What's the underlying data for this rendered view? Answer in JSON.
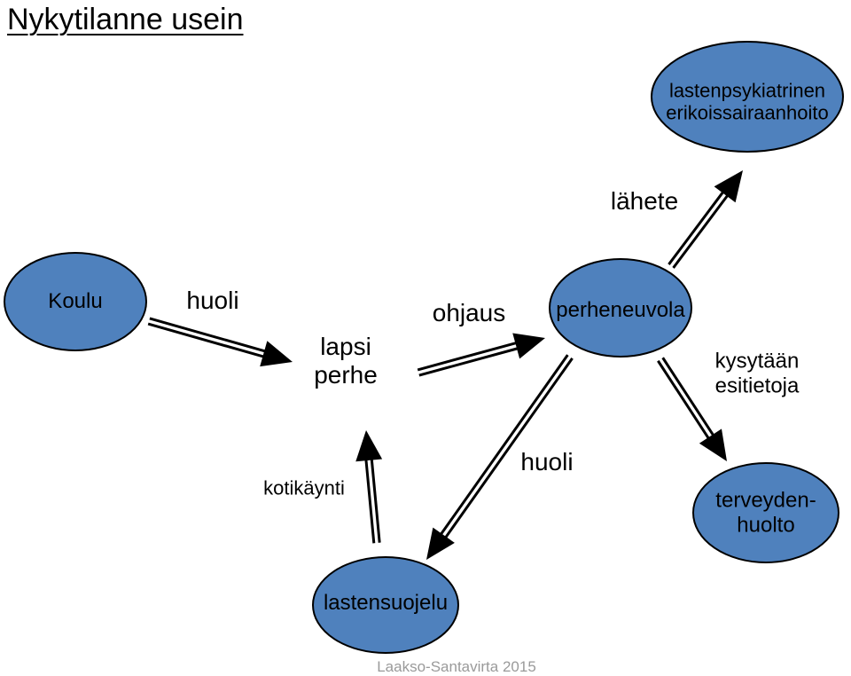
{
  "title": "Nykytilanne usein",
  "nodes": {
    "psychiatry": [
      "lastenpsykiatrinen",
      "erikoissairaanhoito"
    ],
    "school": "Koulu",
    "family": [
      "lapsi",
      "perhe"
    ],
    "family_counseling": "perheneuvola",
    "health_care": [
      "terveyden-",
      "huolto"
    ],
    "child_protection": "lastensuojelu"
  },
  "edges": {
    "school_to_family": "huoli",
    "family_to_counseling": "ohjaus",
    "counseling_to_psychiatry": "lähete",
    "counseling_to_health": [
      "kysytään",
      "esitietoja"
    ],
    "counseling_to_protection": "huoli",
    "protection_to_family": "kotikäynti"
  },
  "footer": "Laakso-Santavirta 2015",
  "colors": {
    "node_fill": "#4f81bd",
    "node_stroke": "#000000",
    "arrow": "#000000"
  }
}
